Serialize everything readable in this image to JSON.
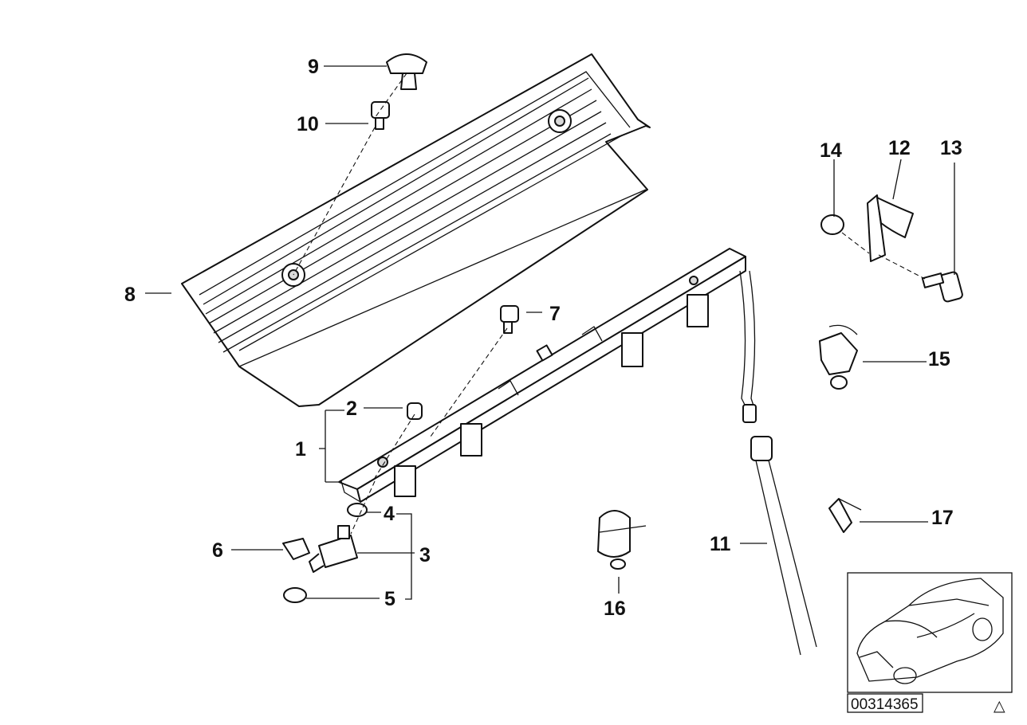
{
  "diagram": {
    "callouts": [
      "1",
      "2",
      "3",
      "4",
      "5",
      "6",
      "7",
      "8",
      "9",
      "10",
      "11",
      "12",
      "13",
      "14",
      "15",
      "16",
      "17"
    ],
    "reference_code": "00314365",
    "warning_symbol": "△"
  }
}
